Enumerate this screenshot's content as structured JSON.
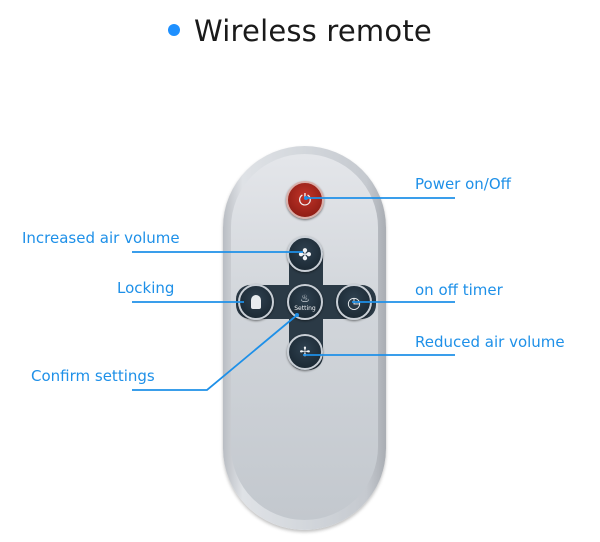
{
  "title": "Wireless remote",
  "colors": {
    "accent": "#1e90e8",
    "power_button": "#b02a20",
    "button_dark": "#1c2a35"
  },
  "labels": {
    "power": "Power on/Off",
    "increase": "Increased air volume",
    "locking": "Locking",
    "timer": "on off timer",
    "reduce": "Reduced air volume",
    "confirm": "Confirm settings"
  },
  "buttons": {
    "power_icon": "power-icon",
    "increase_icon": "fan-icon",
    "lock_icon": "lock-icon",
    "setting_icon": "setting-icon",
    "setting_text": "Setting",
    "timer_icon": "timer-icon",
    "reduce_icon": "fan-small-icon"
  }
}
